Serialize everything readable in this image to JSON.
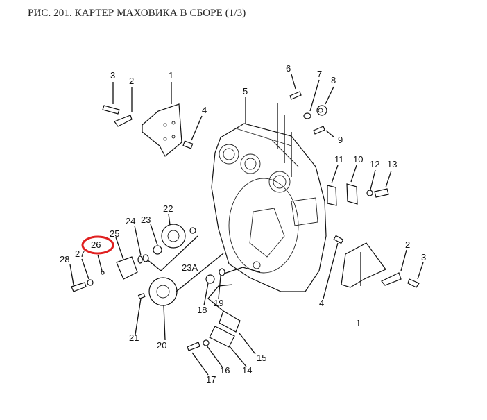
{
  "title": "РИС. 201. КАРТЕР МАХОВИКА В СБОРЕ (1/3)",
  "highlight_color": "#e02020",
  "highlighted_part": "26",
  "labels": {
    "l1a": "1",
    "l2a": "2",
    "l3a": "3",
    "l4a": "4",
    "l5": "5",
    "l6": "6",
    "l7": "7",
    "l8": "8",
    "l9": "9",
    "l10": "10",
    "l11": "11",
    "l12": "12",
    "l13": "13",
    "l1b": "1",
    "l2b": "2",
    "l3b": "3",
    "l4b": "4",
    "l14": "14",
    "l15": "15",
    "l16": "16",
    "l17": "17",
    "l18": "18",
    "l19": "19",
    "l20": "20",
    "l21": "21",
    "l22": "22",
    "l23": "23",
    "l23a": "23A",
    "l24": "24",
    "l25": "25",
    "l26": "26",
    "l27": "27",
    "l28": "28"
  }
}
